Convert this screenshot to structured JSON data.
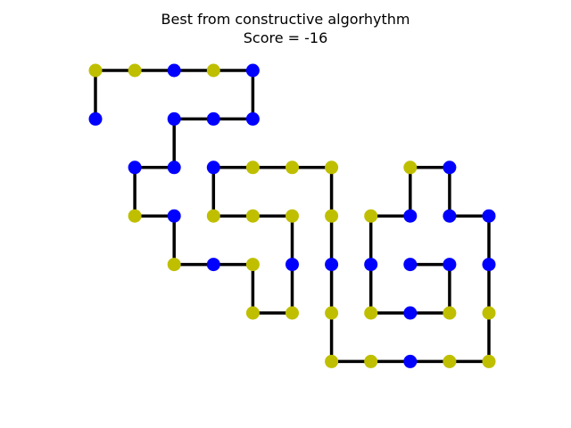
{
  "title_line1": "Best from constructive algorhythm",
  "title_line2": "Score = -16",
  "colors": {
    "edge": "#000000",
    "type_a": "#0000ff",
    "type_b": "#bfbf00"
  },
  "path": [
    [
      1,
      0,
      "B"
    ],
    [
      2,
      0,
      "A"
    ],
    [
      3,
      0,
      "B"
    ],
    [
      4,
      0,
      "A"
    ],
    [
      4,
      1,
      "A"
    ],
    [
      3,
      1,
      "A"
    ],
    [
      2,
      1,
      "A"
    ],
    [
      2,
      2,
      "A"
    ],
    [
      1,
      2,
      "A"
    ],
    [
      1,
      3,
      "B"
    ],
    [
      2,
      3,
      "A"
    ],
    [
      2,
      4,
      "B"
    ],
    [
      3,
      4,
      "A"
    ],
    [
      4,
      4,
      "B"
    ],
    [
      4,
      5,
      "B"
    ],
    [
      5,
      5,
      "B"
    ],
    [
      5,
      4,
      "A"
    ],
    [
      5,
      3,
      "B"
    ],
    [
      4,
      3,
      "B"
    ],
    [
      3,
      3,
      "B"
    ],
    [
      3,
      2,
      "A"
    ],
    [
      4,
      2,
      "B"
    ],
    [
      5,
      2,
      "B"
    ],
    [
      6,
      2,
      "B"
    ],
    [
      6,
      3,
      "B"
    ],
    [
      6,
      4,
      "A"
    ],
    [
      6,
      5,
      "B"
    ],
    [
      6,
      6,
      "B"
    ],
    [
      7,
      6,
      "B"
    ],
    [
      8,
      6,
      "A"
    ],
    [
      9,
      6,
      "B"
    ],
    [
      10,
      6,
      "B"
    ],
    [
      10,
      5,
      "B"
    ],
    [
      10,
      4,
      "A"
    ],
    [
      10,
      3,
      "A"
    ],
    [
      9,
      3,
      "A"
    ],
    [
      9,
      2,
      "A"
    ],
    [
      8,
      2,
      "B"
    ],
    [
      8,
      3,
      "A"
    ],
    [
      7,
      3,
      "B"
    ],
    [
      7,
      4,
      "A"
    ],
    [
      7,
      5,
      "B"
    ],
    [
      8,
      5,
      "A"
    ],
    [
      9,
      5,
      "B"
    ],
    [
      9,
      4,
      "A"
    ],
    [
      8,
      4,
      "A"
    ]
  ],
  "start": [
    0,
    1,
    "A"
  ],
  "first_link": [
    0,
    0,
    "B"
  ]
}
